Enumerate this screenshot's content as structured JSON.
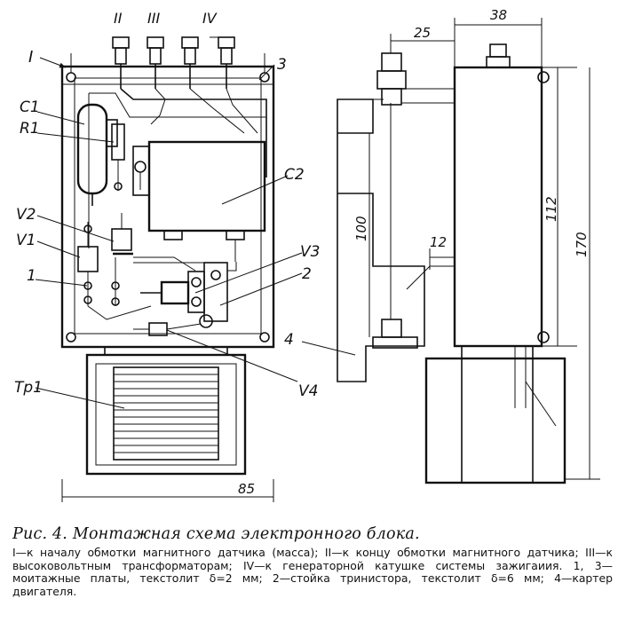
{
  "figure": {
    "caption_title": "Рис. 4. Монтажная схема электронного блока.",
    "caption_text": "I—к началу обмотки магнитного датчика (масса); II—к концу обмотки магнитного датчика; III—к высоковольтным трансформаторам; IV—к генераторной катушке системы зажигаиия. 1, 3—моитажные платы, текстолит δ=2 мм; 2—стойка тринистора, текстолит δ=6 мм; 4—картер двигателя."
  },
  "labels": {
    "terminal_I": "I",
    "terminal_II": "II",
    "terminal_III": "III",
    "terminal_IV": "IV",
    "board_3": "3",
    "C1": "C1",
    "R1": "R1",
    "C2": "C2",
    "V2": "V2",
    "V1": "V1",
    "V3": "V3",
    "board_1": "1",
    "stand_2": "2",
    "Tp1": "Tp1",
    "V4": "V4",
    "crankcase_4": "4"
  },
  "dimensions": {
    "d25": "25",
    "d38": "38",
    "d112": "112",
    "d170": "170",
    "d100": "100",
    "d12": "12",
    "d85": "85"
  }
}
